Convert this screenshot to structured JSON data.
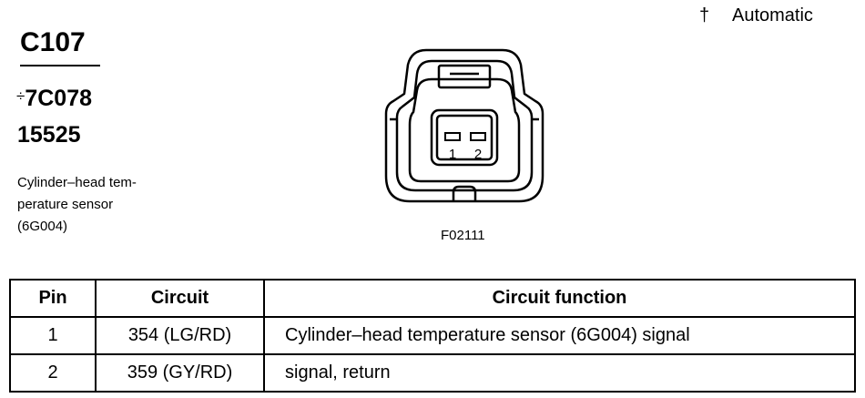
{
  "legend": {
    "symbol": "†",
    "text": "Automatic"
  },
  "connector": {
    "id": "C107",
    "part_marker": "÷",
    "part_number": "7C078",
    "base_number": "15525",
    "description_lines": [
      "Cylinder–head tem-",
      "perature sensor",
      "(6G004)"
    ]
  },
  "figure": {
    "id": "F02111",
    "pin_labels": [
      "1",
      "2"
    ]
  },
  "table": {
    "headers": [
      "Pin",
      "Circuit",
      "Circuit function"
    ],
    "rows": [
      [
        "1",
        "354 (LG/RD)",
        "Cylinder–head temperature sensor (6G004) signal"
      ],
      [
        "2",
        "359 (GY/RD)",
        "signal, return"
      ]
    ]
  }
}
